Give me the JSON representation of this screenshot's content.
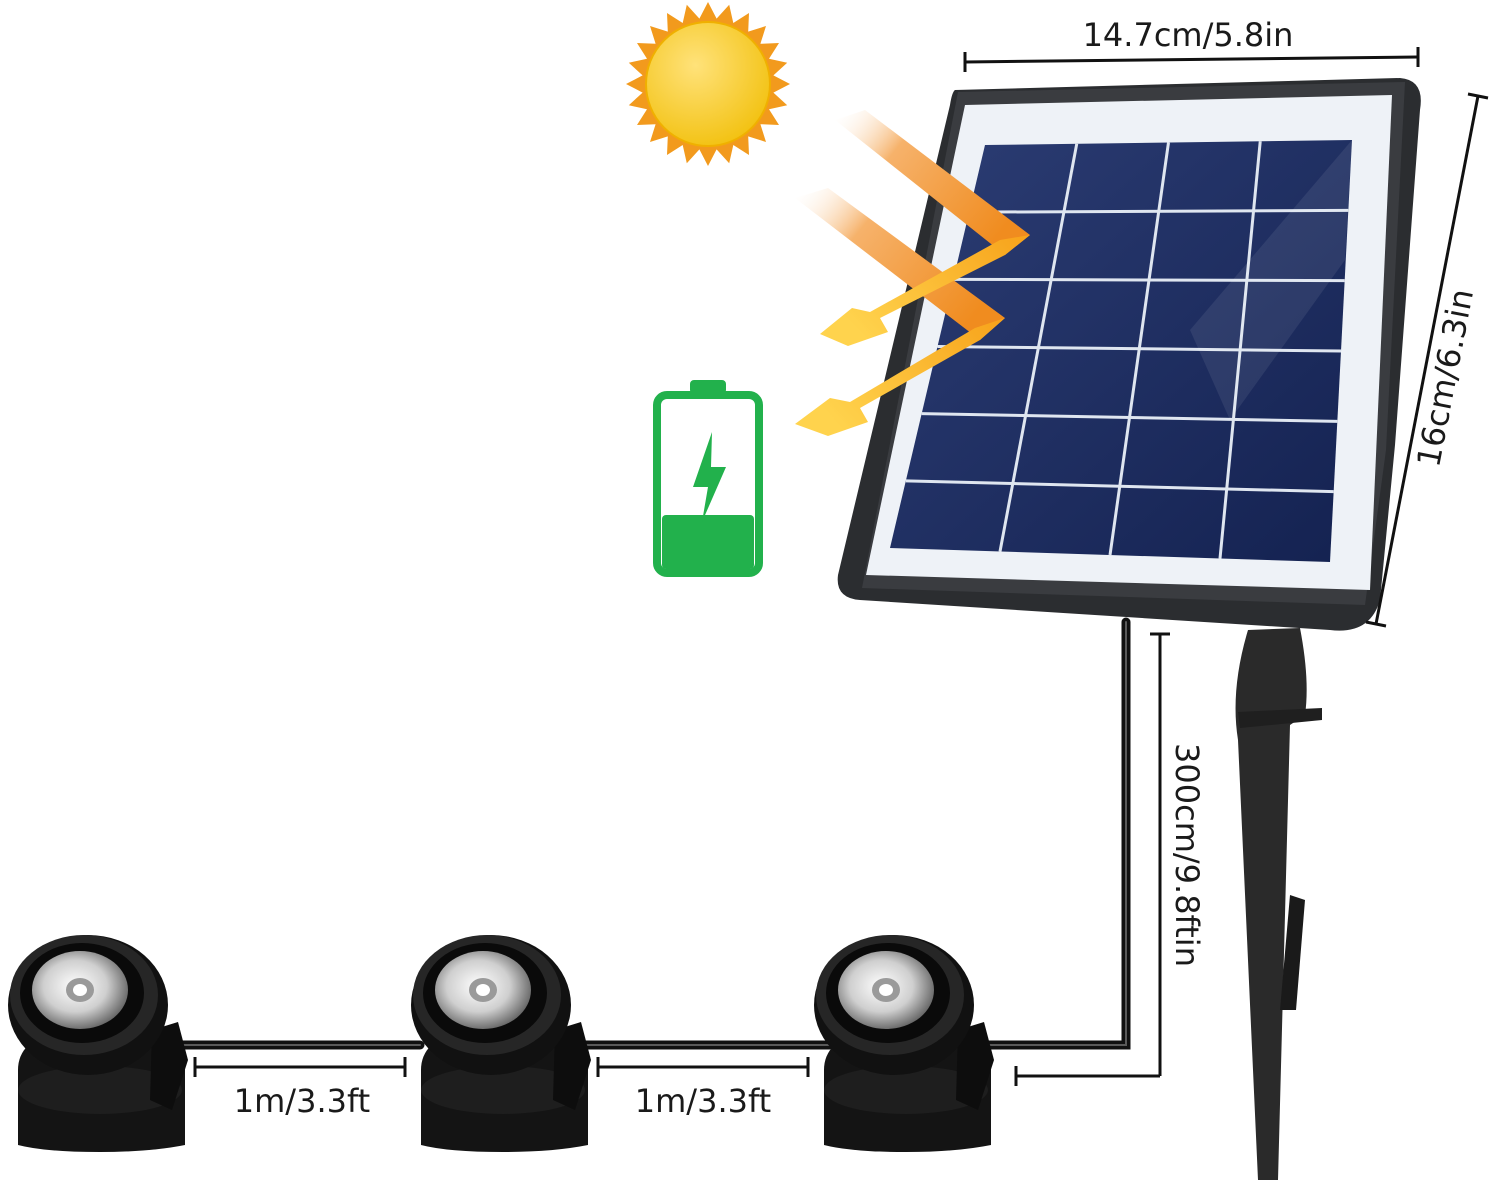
{
  "dimensions": {
    "panel_width": "14.7cm/5.8in",
    "panel_height": "16cm/6.3in",
    "cable_to_panel": "300cm/9.8ftin",
    "spacing_1": "1m/3.3ft",
    "spacing_2": "1m/3.3ft"
  },
  "icons": {
    "sun": "sun-icon",
    "battery": "battery-charging-icon",
    "arrows": "sunlight-arrow-icon"
  },
  "colors": {
    "sun": "#f5c518",
    "sun_rays": "#f29a1d",
    "battery": "#22b14c",
    "arrow_orange": "#f5a623",
    "panel_frame": "#2b2d30",
    "panel_cells": "#1d2d5c",
    "cable": "#111111"
  }
}
